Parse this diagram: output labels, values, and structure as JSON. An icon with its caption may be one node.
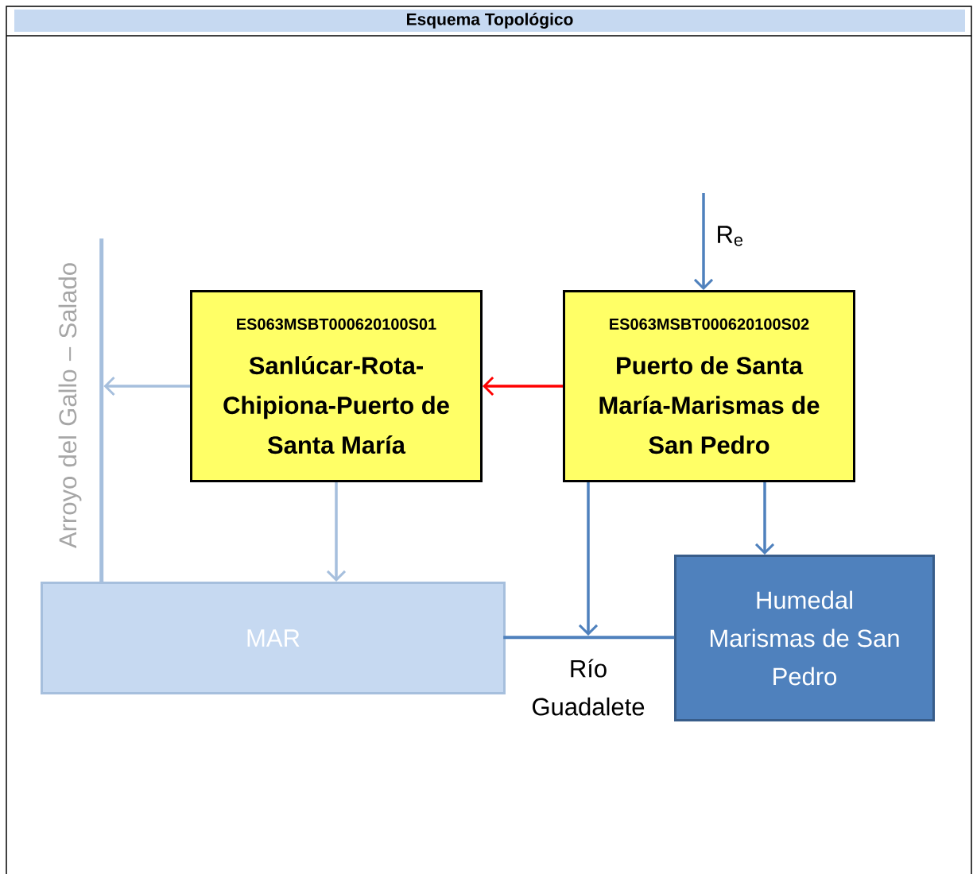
{
  "diagram": {
    "title": "Esquema Topológico",
    "nodes": [
      {
        "text": [
          "ES063MSBT000620100S01",
          "Sanlúcar-Rota-Chipiona-Puerto de Santa María"
        ]
      },
      {
        "text": [
          "ES063MSBT000620100S02",
          "Puerto de Santa María-Marismas de San Pedro"
        ]
      },
      {
        "text": [
          "MAR"
        ]
      },
      {
        "text": [
          "Humedal Marismas de San Pedro"
        ]
      },
      {
        "text": [],
        "shape": "bar",
        "beside": [
          "Arroyo del Gallo – Salado"
        ]
      },
      {
        "text": [],
        "shape": "bar",
        "beside": [
          "Río Guadalete"
        ]
      }
    ],
    "edges": [
      {
        "from": null,
        "to": 1,
        "arrow": "to",
        "label": "R$_{e}$"
      },
      {
        "from": 1,
        "to": 0,
        "arrow": "to",
        "color": "#ff0000"
      },
      {
        "from": 0,
        "to": 4,
        "arrow": "to",
        "color": "#a6bfdd"
      },
      {
        "from": 0,
        "to": 2,
        "arrow": "to",
        "color": "#a6bfdd"
      },
      {
        "from": 1,
        "to": 5,
        "arrow": "to"
      },
      {
        "from": 1,
        "to": 3,
        "arrow": "to"
      }
    ]
  }
}
